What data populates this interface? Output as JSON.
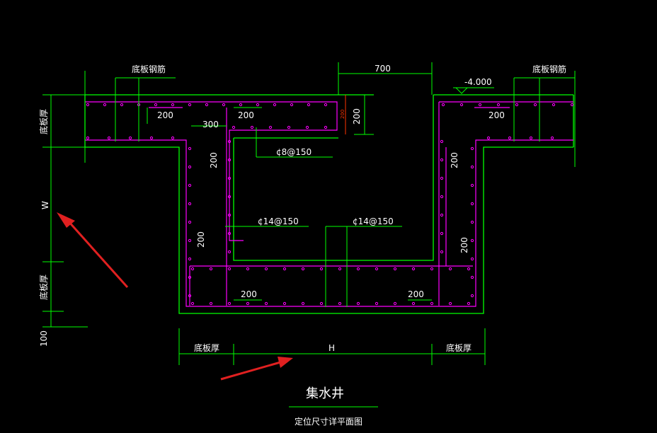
{
  "colors": {
    "background": "#000000",
    "concrete_outline": "#00ff00",
    "rebar": "#ff00ff",
    "rebar_dots": "#ff00ff",
    "dimension": "#00ff00",
    "text": "#ffffff",
    "leader": "#00ff00",
    "small_dim": "#ff3300",
    "arrow": "#e02020"
  },
  "labels": {
    "top_dim_700": "700",
    "elevation": "-4.000",
    "slab_rebar_left": "底板钢筋",
    "slab_rebar_right": "底板钢筋",
    "dim_200_top_right": "200",
    "dim_200_small": "200",
    "dim_200_a": "200",
    "dim_300": "300",
    "dim_200_b": "200",
    "dim_200_right_top": "200",
    "rebar_8_150": "¢8@150",
    "wall_200_left": "200",
    "wall_200_right": "200",
    "wall_200_left2": "200",
    "wall_200_right2": "200",
    "rebar_14_150_a": "¢14@150",
    "rebar_14_150_b": "¢14@150",
    "bottom_200_left": "200",
    "bottom_200_right": "200",
    "left_slab_thk_top": "底板厚",
    "left_W": "W",
    "left_slab_thk_bottom": "底板厚",
    "left_100": "100",
    "bottom_slab_thk_left": "底板厚",
    "bottom_H": "H",
    "bottom_slab_thk_right": "底板厚",
    "title": "集水井",
    "subtitle": "定位尺寸详平面图"
  }
}
